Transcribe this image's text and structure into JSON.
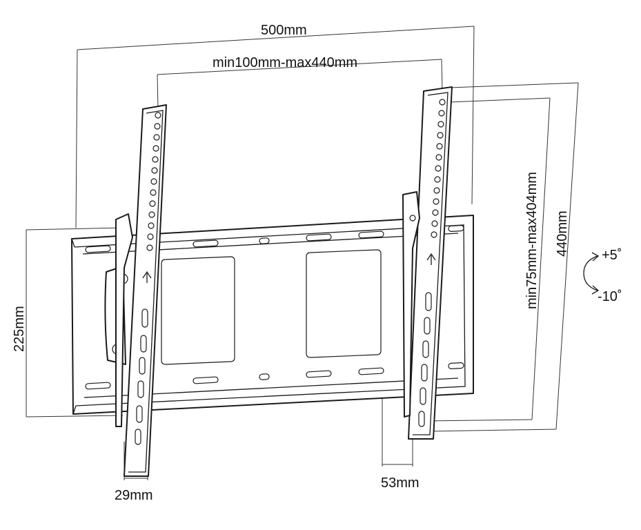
{
  "dimensions": {
    "overall_width": "500mm",
    "vesa_horizontal": "min100mm-max440mm",
    "vesa_vertical": "min75mm-max404mm",
    "overall_height": "440mm",
    "wall_plate_height": "225mm",
    "arm_width": "29mm",
    "wall_profile": "53mm"
  },
  "tilt": {
    "up": "+5˚",
    "down": "-10˚"
  }
}
